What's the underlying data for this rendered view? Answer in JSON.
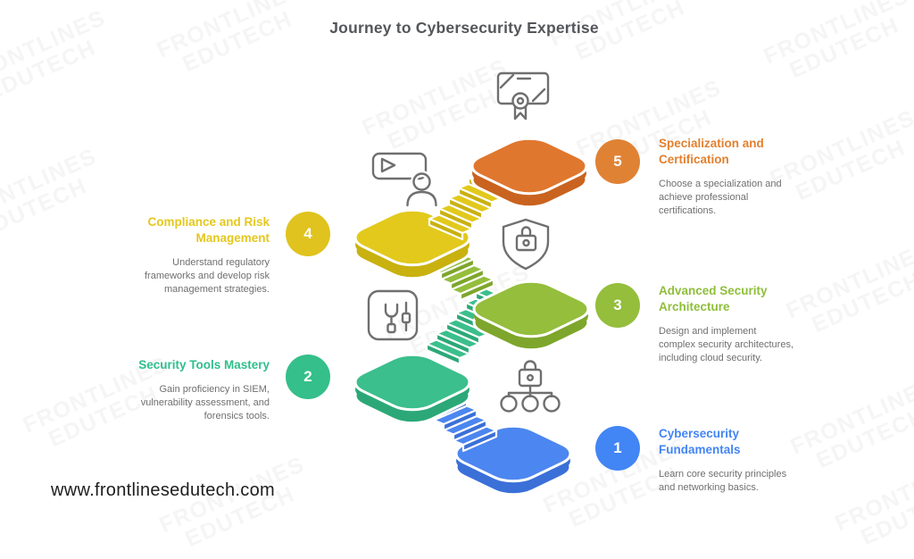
{
  "title": "Journey to Cybersecurity Expertise",
  "footer": {
    "website": "www.frontlinesedutech.com"
  },
  "watermark": {
    "line1": "FRONTLINES",
    "line2": "EDUTECH"
  },
  "summit_icon": "certificate-icon",
  "steps": [
    {
      "number": "1",
      "title": "Cybersecurity Fundamentals",
      "description": "Learn core security principles and networking basics.",
      "color": "#4285F4",
      "platform_color": "#4C86F0",
      "icon": "network-lock-icon",
      "side": "right"
    },
    {
      "number": "2",
      "title": "Security Tools Mastery",
      "description": "Gain proficiency in SIEM, vulnerability assessment, and forensics tools.",
      "color": "#2FBE8C",
      "platform_color": "#3BBF8C",
      "icon": "tools-icon",
      "side": "left"
    },
    {
      "number": "3",
      "title": "Advanced Security Architecture",
      "description": "Design and implement complex security architectures, including cloud security.",
      "color": "#8FBE3B",
      "platform_color": "#94BE3C",
      "icon": "shield-lock-icon",
      "side": "right"
    },
    {
      "number": "4",
      "title": "Compliance and Risk Management",
      "description": "Understand regulatory frameworks and develop risk management strategies.",
      "color": "#E4C71D",
      "platform_color": "#E2C91C",
      "icon": "video-user-icon",
      "side": "left"
    },
    {
      "number": "5",
      "title": "Specialization and Certification",
      "description": "Choose a specialization and achieve professional certifications.",
      "color": "#E2802F",
      "platform_color": "#E0772E",
      "icon": "certificate-icon",
      "side": "right"
    }
  ]
}
